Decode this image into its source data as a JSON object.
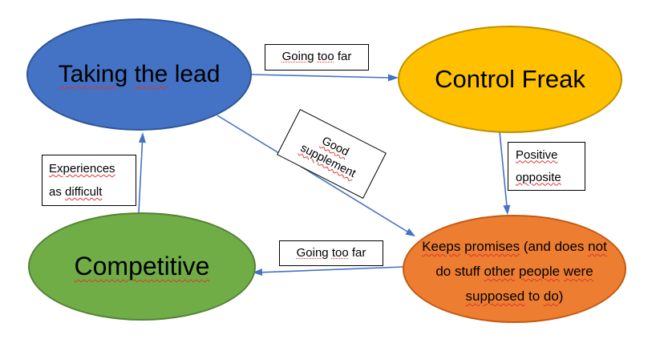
{
  "diagram": {
    "background": "#FFFFFF",
    "spellcheck_red": "#E0352B",
    "arrow_color": "#4472C4",
    "nodes": {
      "taking_the_lead": {
        "fill": "#4472C4",
        "border": "#2F5597",
        "text": "Taking the lead",
        "segments": [
          {
            "t": "Taking",
            "u": "wavy"
          },
          {
            "t": " "
          },
          {
            "t": "the",
            "u": "wavy"
          },
          {
            "t": " lead"
          }
        ]
      },
      "control_freak": {
        "fill": "#FFC000",
        "border": "#BF9000",
        "text": "Control Freak",
        "segments": [
          {
            "t": "Control Freak"
          }
        ]
      },
      "competitive": {
        "fill": "#70AD47",
        "border": "#548235",
        "text": "Competitive",
        "segments": [
          {
            "t": "Competitive",
            "u": "wavy"
          }
        ]
      },
      "keeps_promises": {
        "fill": "#ED7D31",
        "border": "#C45911",
        "text": "Keeps promises (and does not do stuff other people were supposed to do)",
        "lines": [
          [
            {
              "t": "Keeps",
              "u": "wavy"
            },
            {
              "t": " "
            },
            {
              "t": "promises",
              "u": "wavy"
            },
            {
              "t": " (and does "
            },
            {
              "t": "not",
              "u": "wavy"
            }
          ],
          [
            {
              "t": "do stuff "
            },
            {
              "t": "other",
              "u": "wavy"
            },
            {
              "t": " "
            },
            {
              "t": "people",
              "u": "wavy"
            },
            {
              "t": " "
            },
            {
              "t": "were",
              "u": "wavy"
            }
          ],
          [
            {
              "t": "supposed",
              "u": "wavy"
            },
            {
              "t": " to "
            },
            {
              "t": "do",
              "u": "wavy"
            },
            {
              "t": ")"
            }
          ]
        ]
      }
    },
    "labels": {
      "going_too_far_top": {
        "text": "Going too far",
        "segments": [
          {
            "t": "Going",
            "u": "dotted"
          },
          {
            "t": " "
          },
          {
            "t": "too",
            "u": "dotted"
          },
          {
            "t": " far"
          }
        ]
      },
      "good_supplement": {
        "text": "Good supplement",
        "lines": [
          [
            {
              "t": "Good",
              "u": "wavy"
            }
          ],
          [
            {
              "t": "supplement",
              "u": "wavy"
            }
          ]
        ]
      },
      "positive_opposite": {
        "text": "Positive opposite",
        "lines": [
          [
            {
              "t": "Positive",
              "u": "wavy"
            }
          ],
          [
            {
              "t": "opposite",
              "u": "wavy"
            }
          ]
        ]
      },
      "experiences_as_difficult": {
        "text": "Experiences as difficult",
        "lines": [
          [
            {
              "t": "Experiences",
              "u": "wavy"
            }
          ],
          [
            {
              "t": "as "
            },
            {
              "t": "difficult",
              "u": "wavy"
            }
          ]
        ]
      },
      "going_too_far_bottom": {
        "text": "Going too far",
        "segments": [
          {
            "t": "Going",
            "u": "dotted"
          },
          {
            "t": " "
          },
          {
            "t": "too",
            "u": "dotted"
          },
          {
            "t": " far"
          }
        ]
      }
    },
    "connections": [
      {
        "from": "Taking the lead",
        "to": "Control Freak",
        "label": "Going too far"
      },
      {
        "from": "Taking the lead",
        "to": "Keeps promises (and does not do stuff other people were supposed to do)",
        "label": "Good supplement"
      },
      {
        "from": "Control Freak",
        "to": "Keeps promises (and does not do stuff other people were supposed to do)",
        "label": "Positive opposite"
      },
      {
        "from": "Keeps promises (and does not do stuff other people were supposed to do)",
        "to": "Competitive",
        "label": "Going too far"
      },
      {
        "from": "Competitive",
        "to": "Taking the lead",
        "label": "Experiences as difficult"
      }
    ]
  }
}
